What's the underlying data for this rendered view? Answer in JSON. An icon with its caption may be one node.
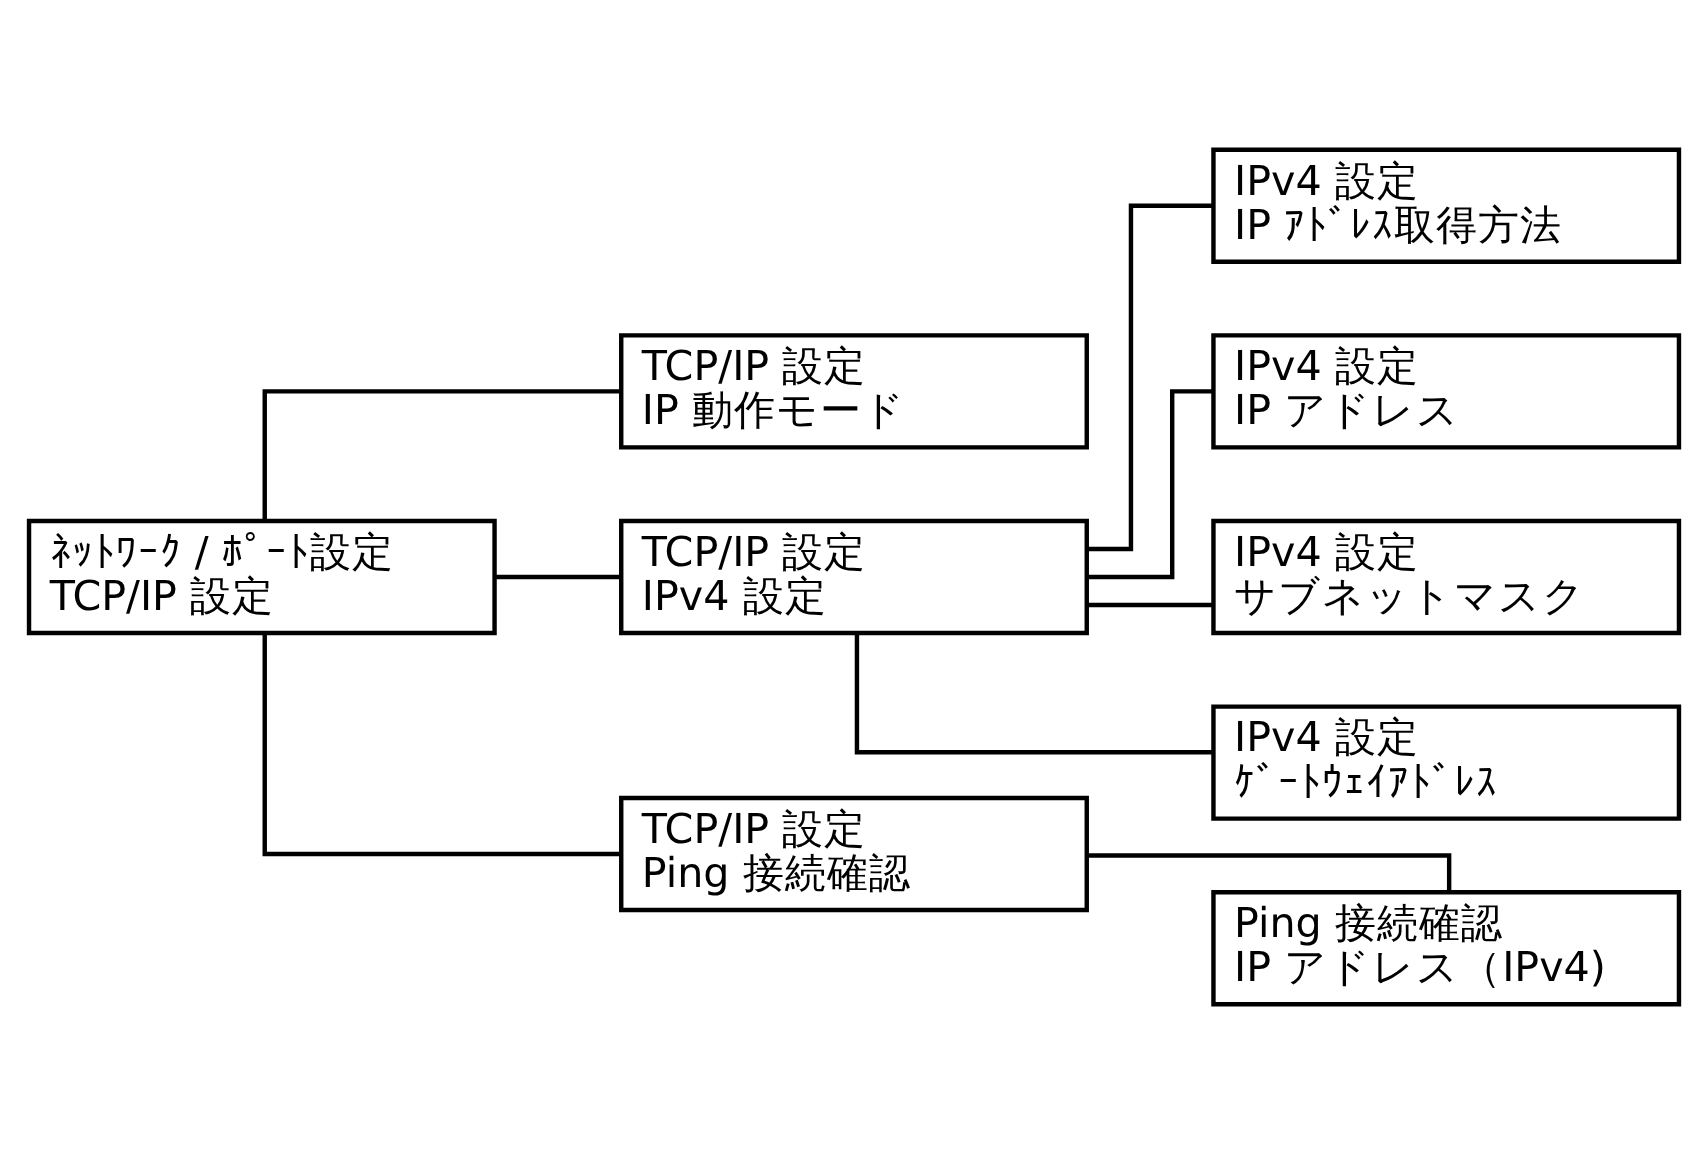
{
  "diagram": {
    "nodes": [
      {
        "text": [
          "ﾈｯﾄﾜｰｸ / ﾎﾟｰﾄ設定",
          "TCP/IP 設定"
        ]
      },
      {
        "text": [
          "TCP/IP 設定",
          "IP 動作モード"
        ]
      },
      {
        "text": [
          "TCP/IP 設定",
          "IPv4 設定"
        ]
      },
      {
        "text": [
          "IPv4 設定",
          "IP ｱﾄﾞﾚｽ取得方法"
        ]
      },
      {
        "text": [
          "IPv4 設定",
          "IP アドレス"
        ]
      },
      {
        "text": [
          "IPv4 設定",
          "サブネットマスク"
        ]
      },
      {
        "text": [
          "IPv4 設定",
          "ｹﾞｰﾄｳｪｲｱﾄﾞﾚｽ"
        ]
      },
      {
        "text": [
          "TCP/IP 設定",
          "Ping 接続確認"
        ]
      },
      {
        "text": [
          "Ping 接続確認",
          "IP アドレス（IPv4)"
        ]
      }
    ],
    "edges": [
      {
        "from": 0,
        "to": 1,
        "arrow": "none"
      },
      {
        "from": 0,
        "to": 2,
        "arrow": "none"
      },
      {
        "from": 0,
        "to": 7,
        "arrow": "none"
      },
      {
        "from": 2,
        "to": 3,
        "arrow": "none"
      },
      {
        "from": 2,
        "to": 4,
        "arrow": "none"
      },
      {
        "from": 2,
        "to": 5,
        "arrow": "none"
      },
      {
        "from": 2,
        "to": 6,
        "arrow": "none"
      },
      {
        "from": 7,
        "to": 8,
        "arrow": "none"
      }
    ]
  }
}
